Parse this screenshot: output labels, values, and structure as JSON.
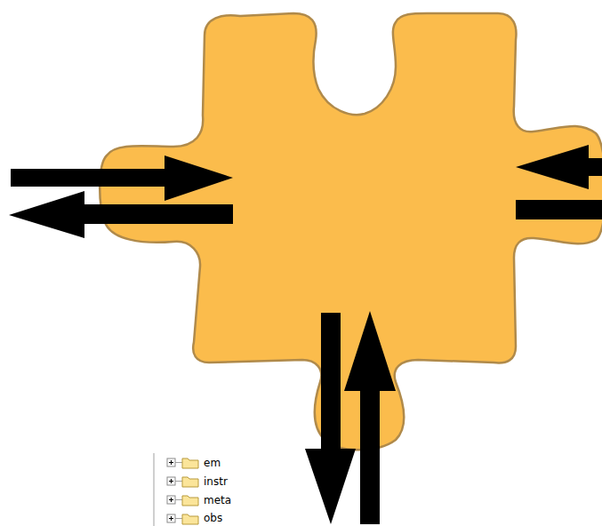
{
  "diagram": {
    "labels": [
      "em",
      "instr",
      "meta",
      "obs"
    ]
  }
}
